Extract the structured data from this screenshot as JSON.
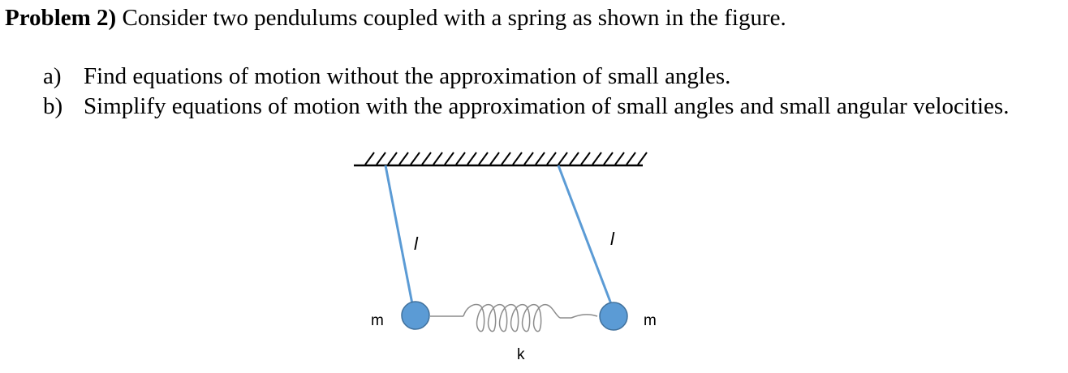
{
  "problem": {
    "label": "Problem 2)",
    "statement": "Consider two pendulums coupled with a spring as shown in the figure.",
    "parts": [
      {
        "letter": "a)",
        "text": "Find equations of motion without the approximation of small angles."
      },
      {
        "letter": "b)",
        "text": "Simplify equations of motion with the approximation of small angles and small angular velocities."
      }
    ]
  },
  "figure": {
    "length_label_left": "l",
    "length_label_right": "l",
    "mass_label_left": "m",
    "mass_label_right": "m",
    "spring_label": "k",
    "rod_color": "#5b9bd5",
    "bob_color": "#5b9bd5",
    "bob_outline_color": "#41719c"
  }
}
